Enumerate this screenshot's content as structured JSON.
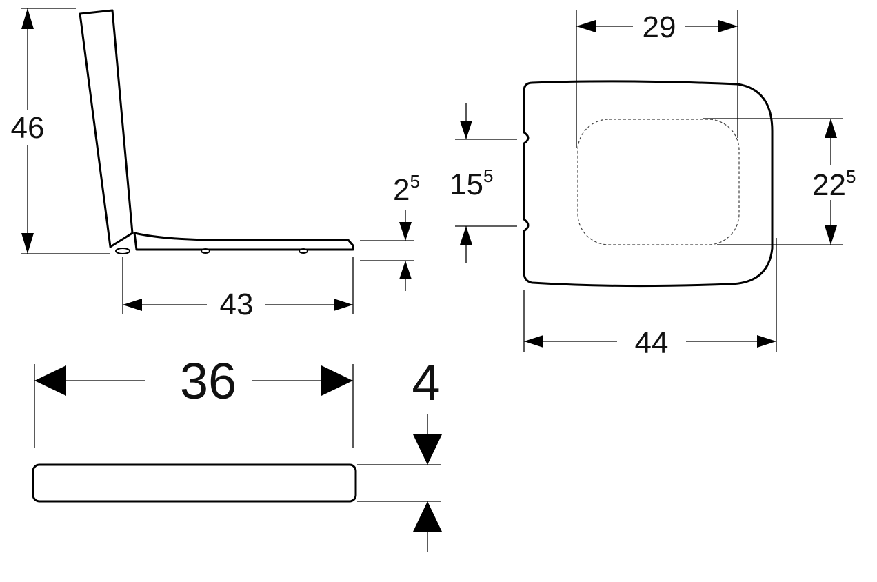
{
  "dimensions": {
    "lid_height": "46",
    "seat_depth": "43",
    "seat_thickness": {
      "main": "2",
      "sup": "5"
    },
    "hinge_spacing": {
      "main": "15",
      "sup": "5"
    },
    "opening_width": "29",
    "opening_length": {
      "main": "22",
      "sup": "5"
    },
    "seat_width": "44",
    "lid_length": "36",
    "lid_thickness": "4"
  }
}
